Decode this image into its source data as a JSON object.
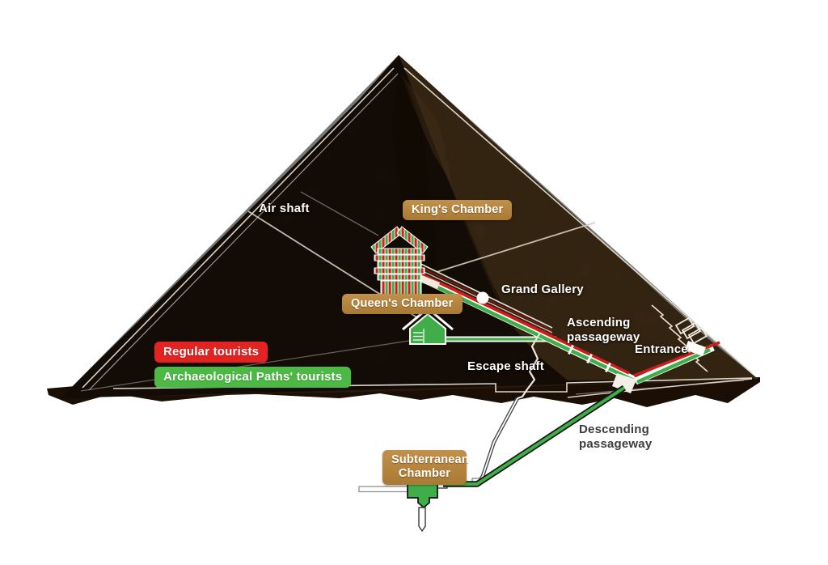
{
  "labels": {
    "air_shaft": "Air shaft",
    "kings_chamber": "King's Chamber",
    "grand_gallery": "Grand Gallery",
    "queens_chamber": "Queen's Chamber",
    "ascending_passageway": "Ascending passageway",
    "entrance": "Entrance",
    "escape_shaft": "Escape shaft",
    "descending_passageway": "Descending passageway",
    "subterranean_chamber": "Subterranean Chamber"
  },
  "legend": {
    "items": [
      {
        "label": "Regular tourists",
        "color": "#e32222"
      },
      {
        "label": "Archaeological Paths' tourists",
        "color": "#4cb944"
      }
    ]
  },
  "colors": {
    "regular_route": "#cf1b1b",
    "archaeological_route": "#3fae49",
    "chamber_label_bg": "#b5813c",
    "pyramid_section": "#2a190b",
    "pyramid_face": "#6e4d28",
    "outline_white": "#ece5d8"
  }
}
